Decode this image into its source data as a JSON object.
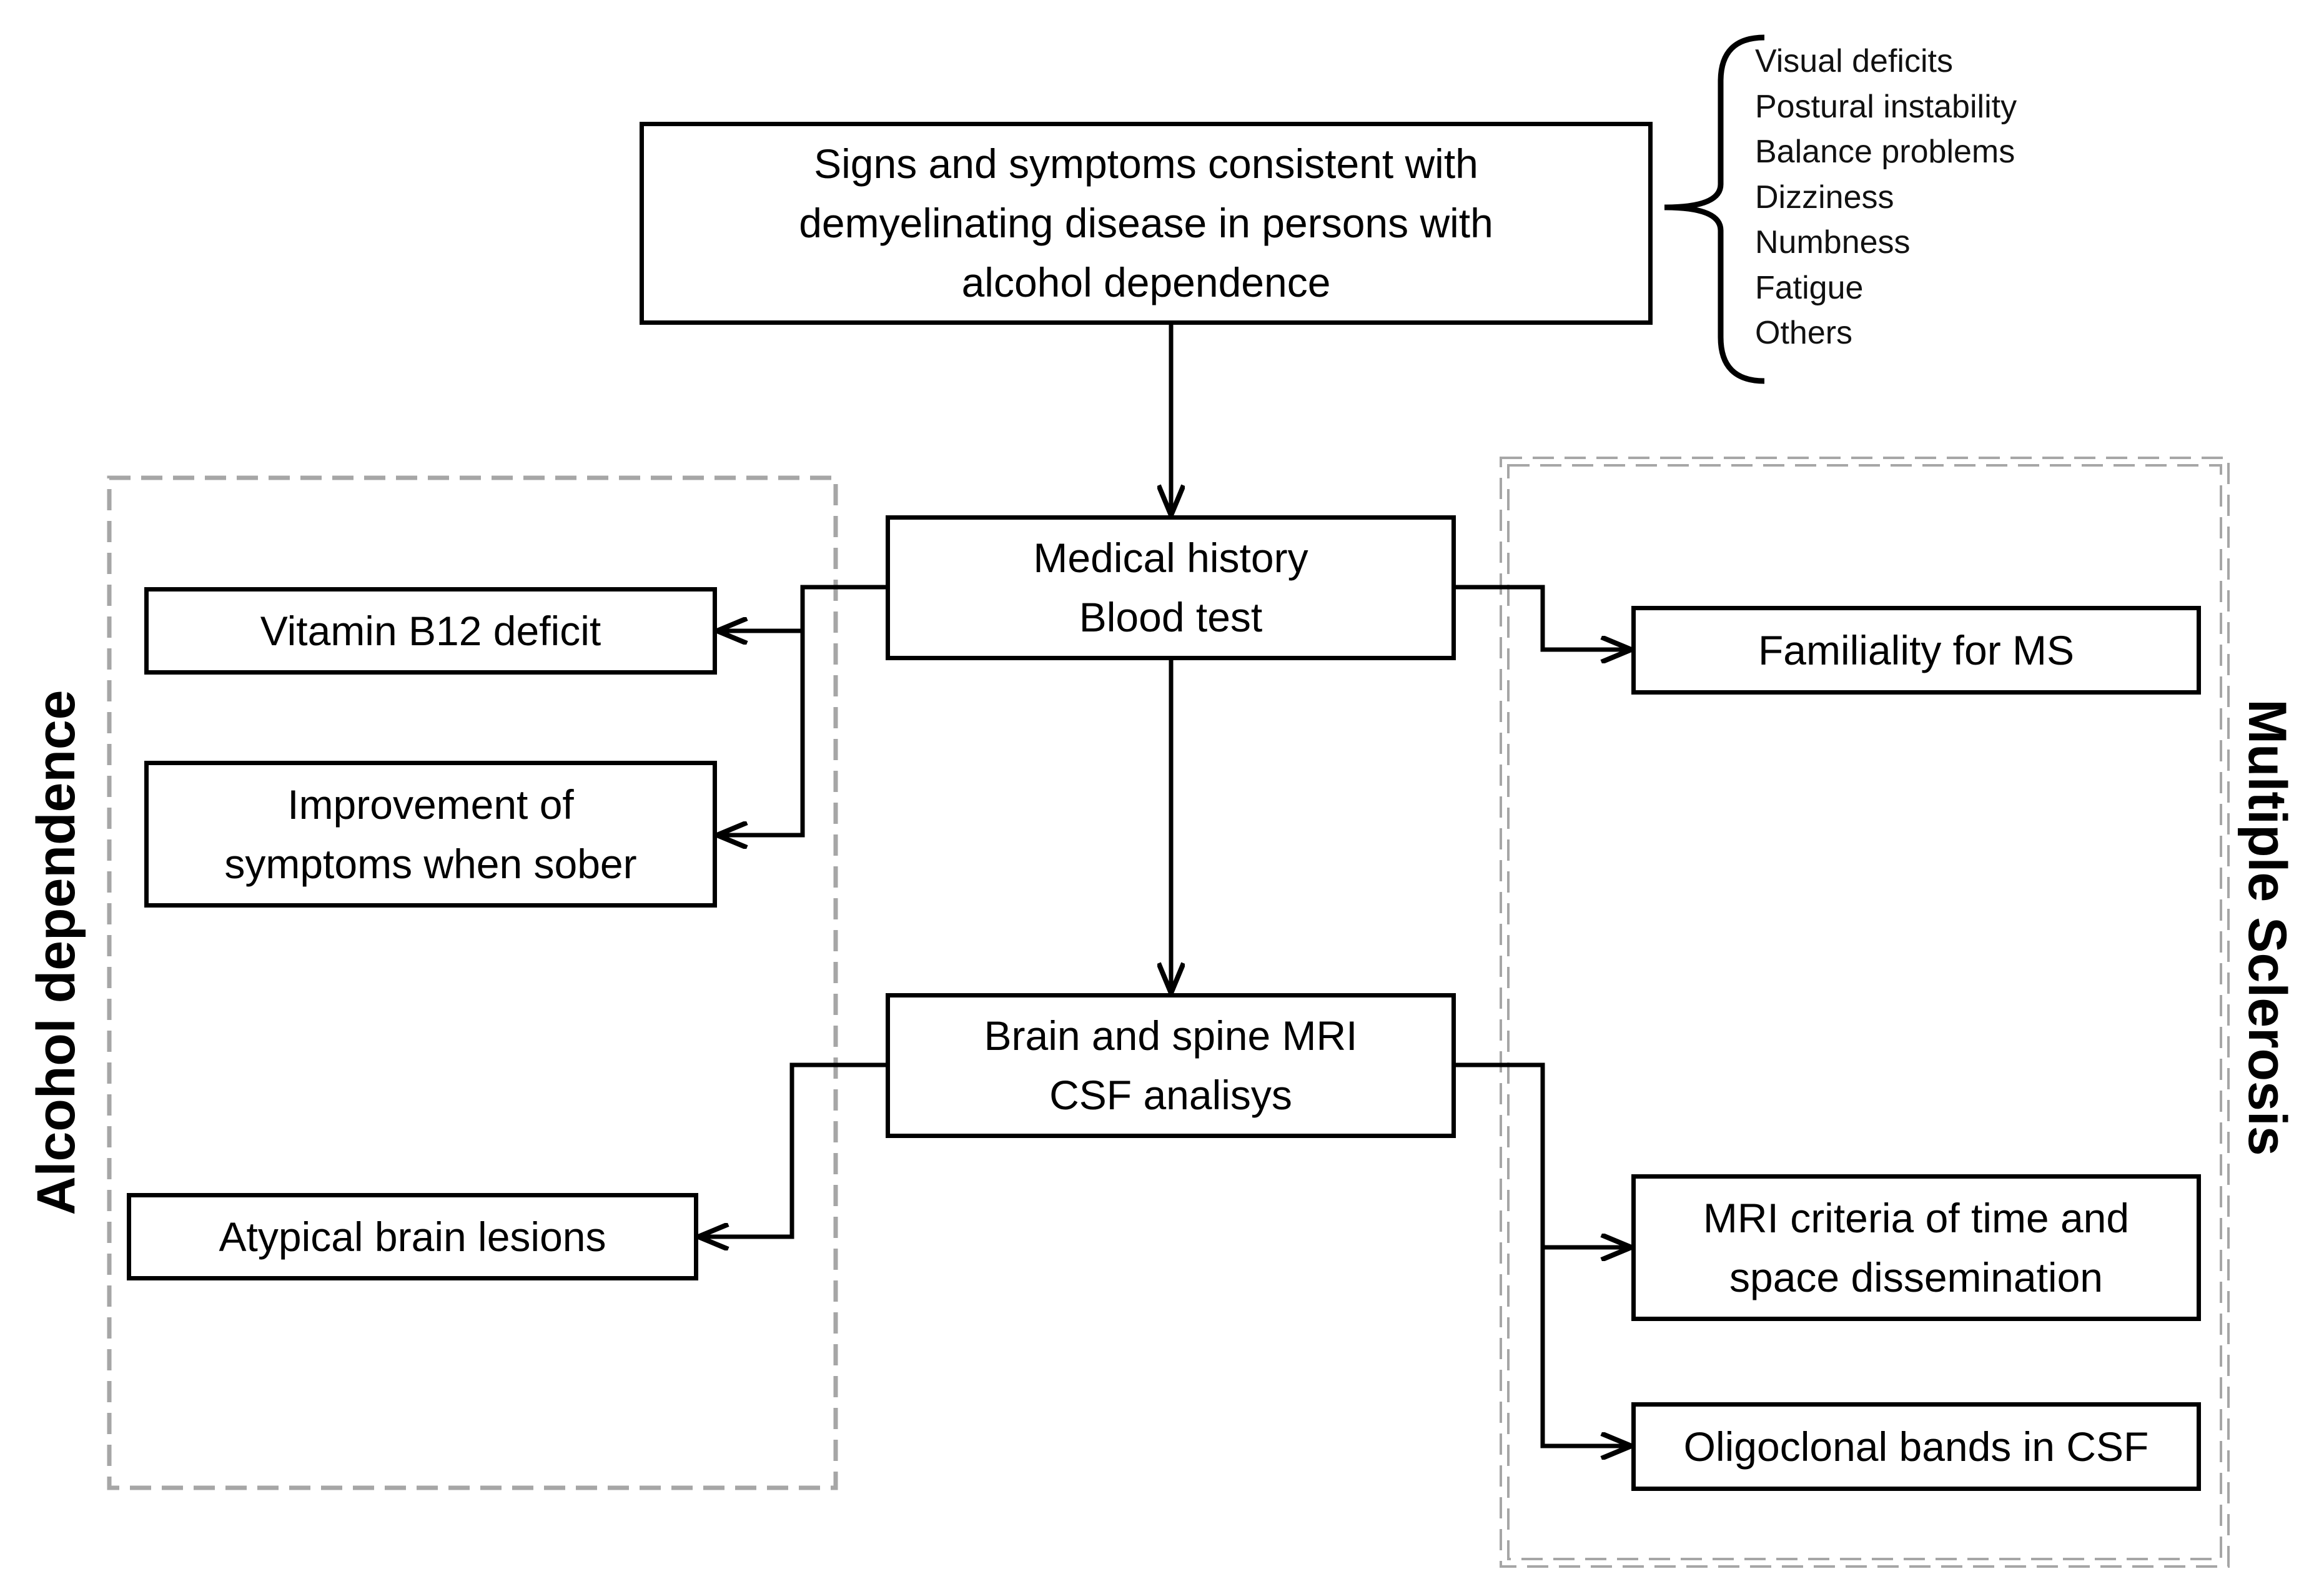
{
  "colors": {
    "line": "#000000",
    "dashed_border": "#a6a6a6",
    "background": "#ffffff"
  },
  "boxes": {
    "signs": {
      "lines": [
        "Signs and symptoms consistent with",
        "demyelinating disease in persons with",
        "alcohol dependence"
      ]
    },
    "medical": {
      "lines": [
        "Medical history",
        "Blood test"
      ]
    },
    "mri": {
      "lines": [
        "Brain and spine MRI",
        "CSF analisys"
      ]
    },
    "vitamin": {
      "lines": [
        "Vitamin B12 deficit"
      ]
    },
    "improvement": {
      "lines": [
        "Improvement of",
        "symptoms when sober"
      ]
    },
    "atypical": {
      "lines": [
        "Atypical brain lesions"
      ]
    },
    "familiality": {
      "lines": [
        "Familiality for MS"
      ]
    },
    "mri_criteria": {
      "lines": [
        "MRI criteria of time and",
        "space dissemination"
      ]
    },
    "oligoclonal": {
      "lines": [
        "Oligoclonal bands in CSF"
      ]
    }
  },
  "symptoms": [
    "Visual deficits",
    "Postural instability",
    "Balance problems",
    "Dizziness",
    "Numbness",
    "Fatigue",
    "Others"
  ],
  "groups": {
    "alcohol": "Alcohol dependence",
    "ms": "Multiple Sclerosis"
  }
}
